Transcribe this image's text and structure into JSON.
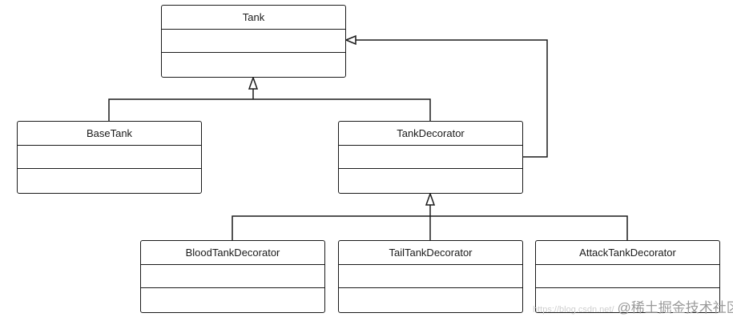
{
  "diagram": {
    "classes": {
      "tank": "Tank",
      "base_tank": "BaseTank",
      "tank_decorator": "TankDecorator",
      "blood_tank_decorator": "BloodTankDecorator",
      "tail_tank_decorator": "TailTankDecorator",
      "attack_tank_decorator": "AttackTankDecorator"
    },
    "relationships": [
      {
        "from": "BaseTank",
        "to": "Tank",
        "type": "generalization"
      },
      {
        "from": "TankDecorator",
        "to": "Tank",
        "type": "generalization"
      },
      {
        "from": "TankDecorator",
        "to": "Tank",
        "type": "generalization"
      },
      {
        "from": "BloodTankDecorator",
        "to": "TankDecorator",
        "type": "generalization"
      },
      {
        "from": "TailTankDecorator",
        "to": "TankDecorator",
        "type": "generalization"
      },
      {
        "from": "AttackTankDecorator",
        "to": "TankDecorator",
        "type": "generalization"
      }
    ]
  },
  "watermark": {
    "url": "https://blog.csdn.net/",
    "brand": "@稀土掘金技术社区"
  },
  "colors": {
    "line": "#1a1a1a",
    "background": "#ffffff",
    "watermark": "#9a9a9a"
  }
}
